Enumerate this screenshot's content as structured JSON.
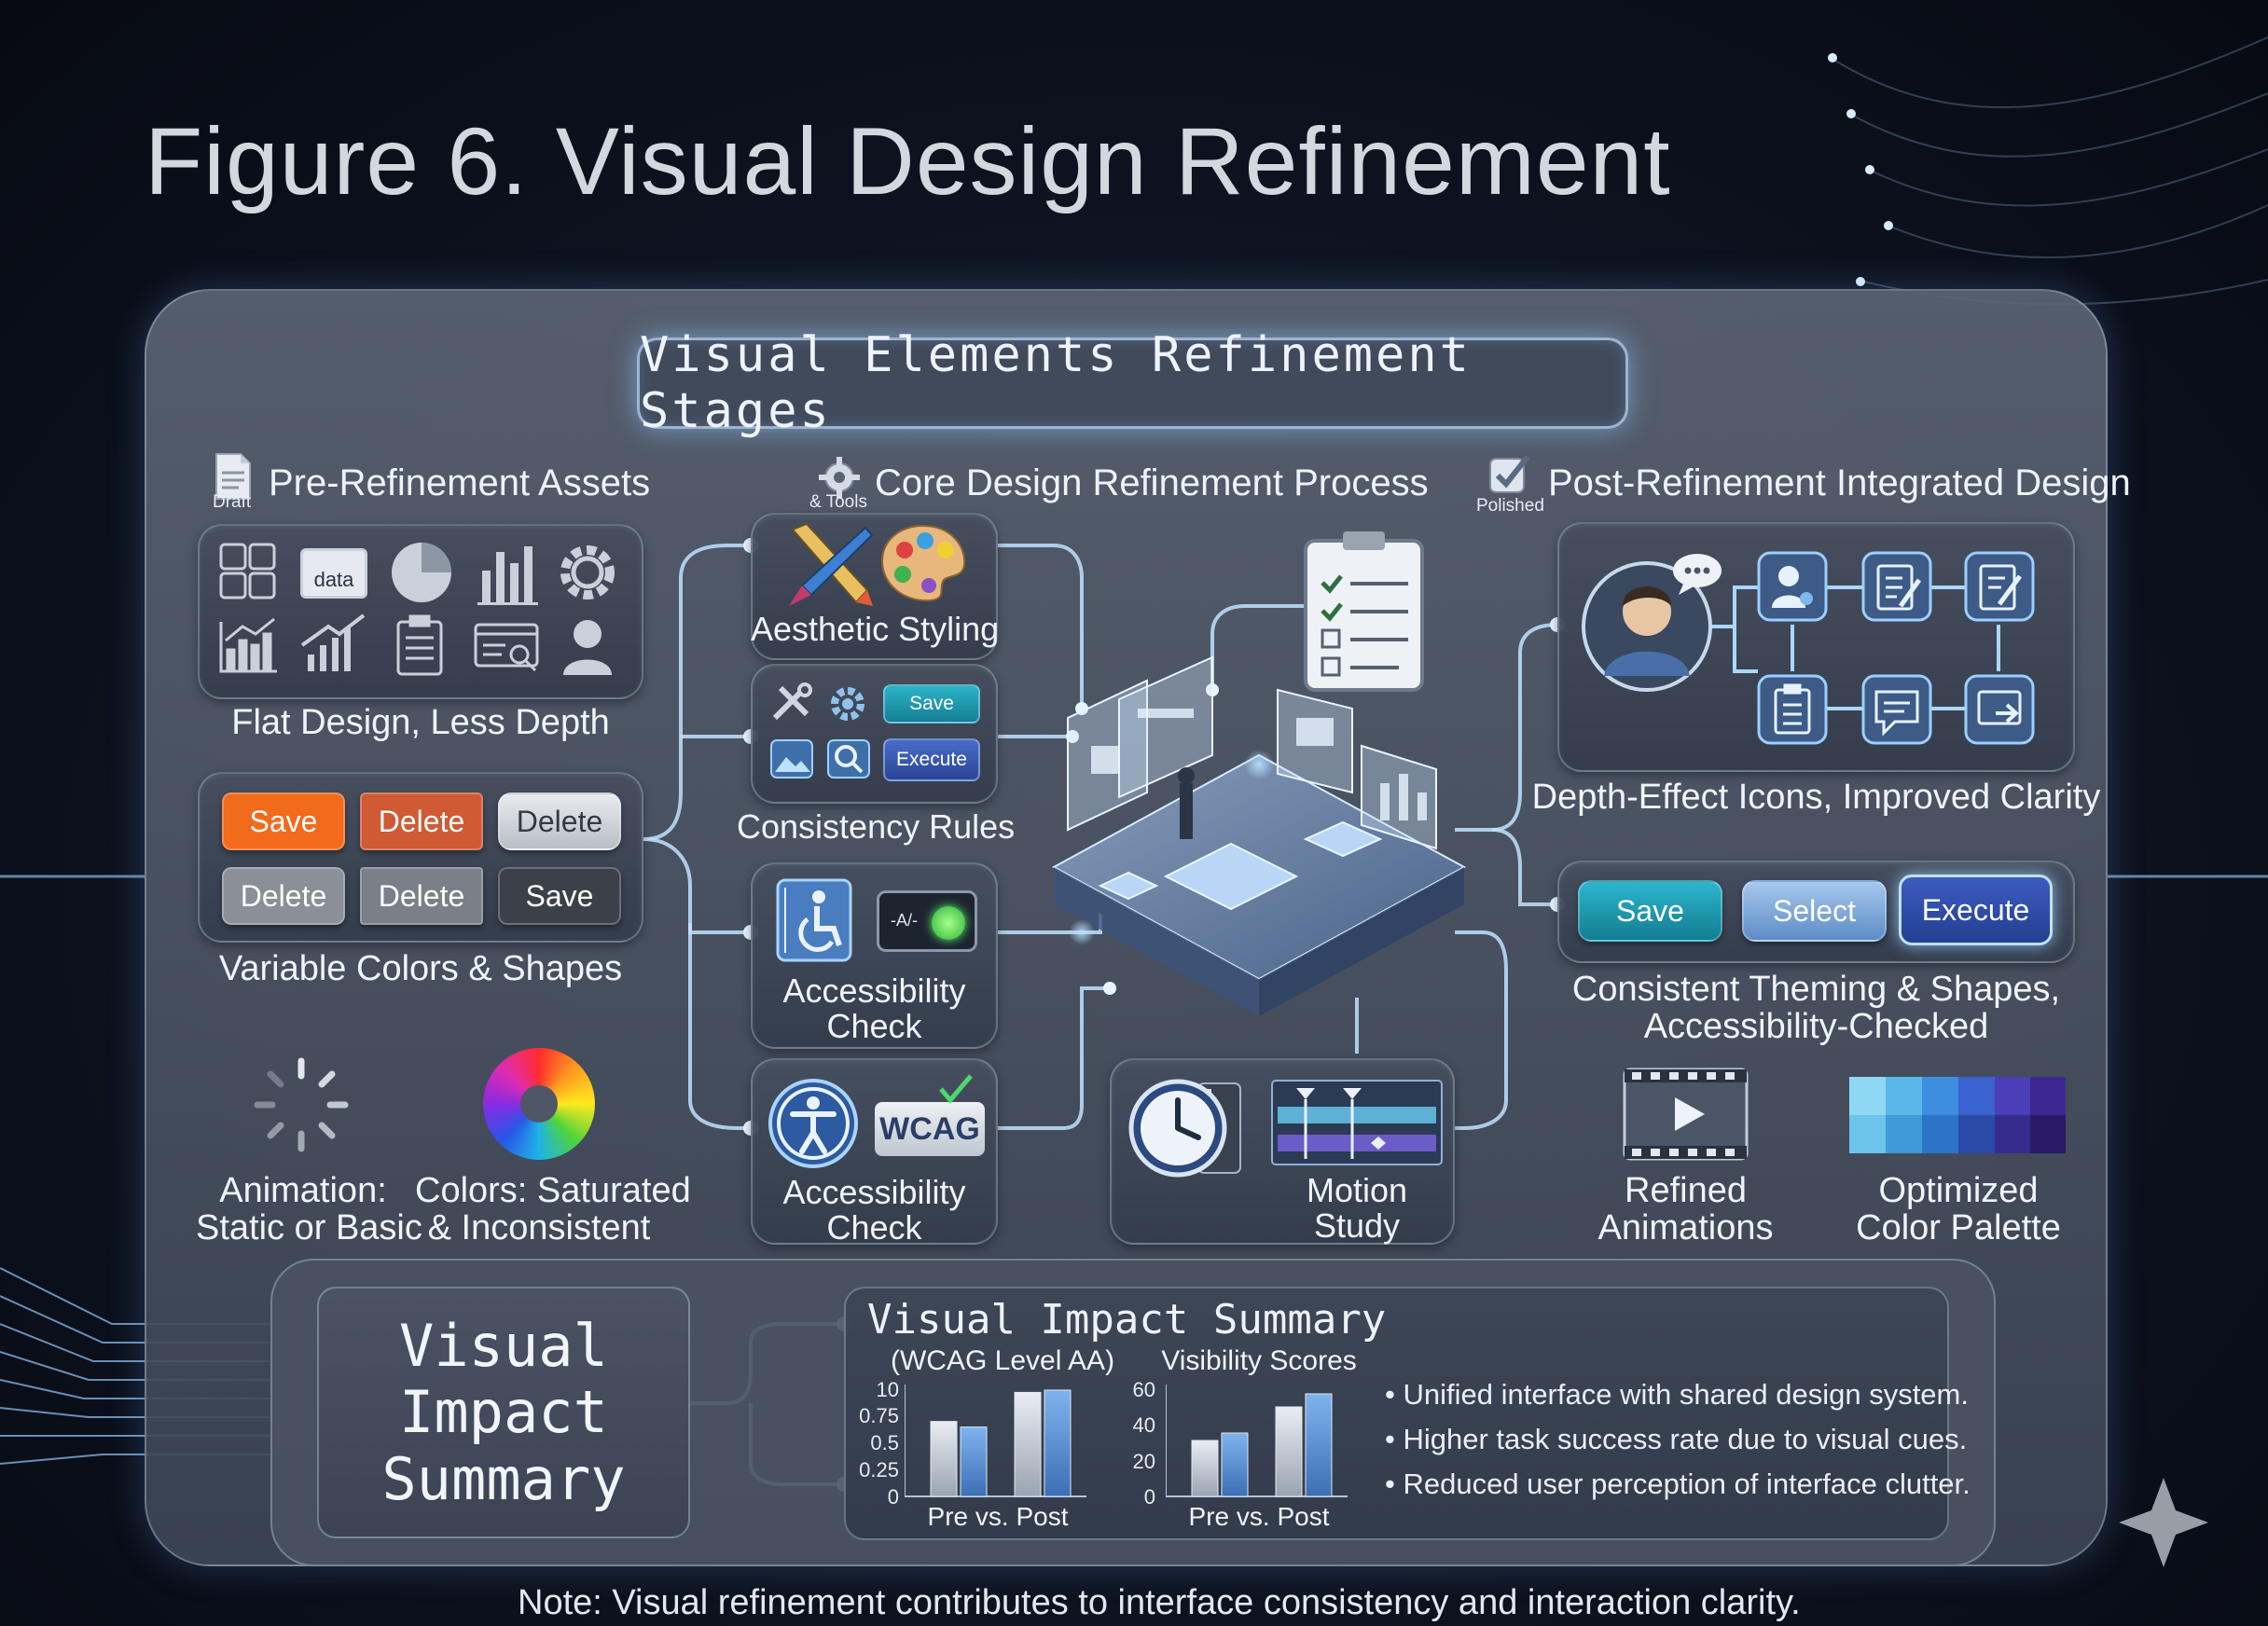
{
  "figure_title": "Figure 6. Visual Design Refinement",
  "stages_title": "Visual Elements Refinement Stages",
  "sections": {
    "pre": {
      "title": "Pre-Refinement Assets",
      "icon_label": "Draft",
      "icon": "document-icon"
    },
    "core": {
      "title": "Core Design Refinement Process",
      "icon_label": "& Tools",
      "icon": "gear-icon"
    },
    "post": {
      "title": "Post-Refinement Integrated Design",
      "icon_label": "Polished",
      "icon": "checkbox-icon"
    }
  },
  "pre": {
    "flat_icon_text": "data",
    "flat_caption": "Flat Design, Less Depth",
    "buttons": [
      "Save",
      "Delete",
      "Delete",
      "Delete",
      "Delete",
      "Save"
    ],
    "buttons_caption": "Variable Colors & Shapes",
    "animation_caption": [
      "Animation:",
      "Static or Basic"
    ],
    "colors_caption": [
      "Colors: Saturated",
      "& Inconsistent"
    ]
  },
  "core": {
    "aesthetic": "Aesthetic Styling",
    "consistency": "Consistency Rules",
    "consistency_buttons": [
      "Save",
      "Execute"
    ],
    "contrast_label": "-A/-",
    "accessibility1": [
      "Accessibility",
      "Check"
    ],
    "wcag_badge": "WCAG",
    "accessibility2": [
      "Accessibility",
      "Check"
    ],
    "motion": [
      "Motion",
      "Study"
    ]
  },
  "post": {
    "depth_caption": "Depth-Effect Icons, Improved Clarity",
    "buttons": [
      "Save",
      "Select",
      "Execute"
    ],
    "theming_caption": [
      "Consistent Theming & Shapes,",
      "Accessibility-Checked"
    ],
    "animations_caption": [
      "Refined",
      "Animations"
    ],
    "palette_caption": [
      "Optimized",
      "Color Palette"
    ]
  },
  "summary": {
    "side_title": [
      "Visual",
      "Impact",
      "Summary"
    ],
    "title": "Visual Impact Summary",
    "bullets": [
      "Unified interface with shared design system.",
      "Higher task success rate due to visual cues.",
      "Reduced user perception of interface clutter."
    ]
  },
  "chart_data": [
    {
      "type": "bar",
      "title": "(WCAG Level AA)",
      "xlabel": "Pre vs. Post",
      "yticks": [
        "10",
        "0.75",
        "0.5",
        "0.25",
        "0"
      ],
      "ylim": [
        0,
        1
      ],
      "categories": [
        "Pre",
        "Post"
      ],
      "series": [
        {
          "values": [
            0.67,
            0.93
          ]
        },
        {
          "values": [
            0.62,
            0.95
          ]
        }
      ]
    },
    {
      "type": "bar",
      "title": "Visibility Scores",
      "xlabel": "Pre vs. Post",
      "yticks": [
        "60",
        "40",
        "20",
        "0"
      ],
      "ylim": [
        0,
        60
      ],
      "categories": [
        "Pre",
        "Post"
      ],
      "series": [
        {
          "values": [
            30,
            48
          ]
        },
        {
          "values": [
            34,
            55
          ]
        }
      ]
    }
  ],
  "note": "Note: Visual refinement contributes to interface consistency and interaction clarity.",
  "colors": {
    "save_orange": "#f26a1b",
    "delete_red": "#d4552c",
    "teal": "#1aa0b4",
    "navy": "#2a4aa8",
    "glow": "#9fd2ff"
  }
}
